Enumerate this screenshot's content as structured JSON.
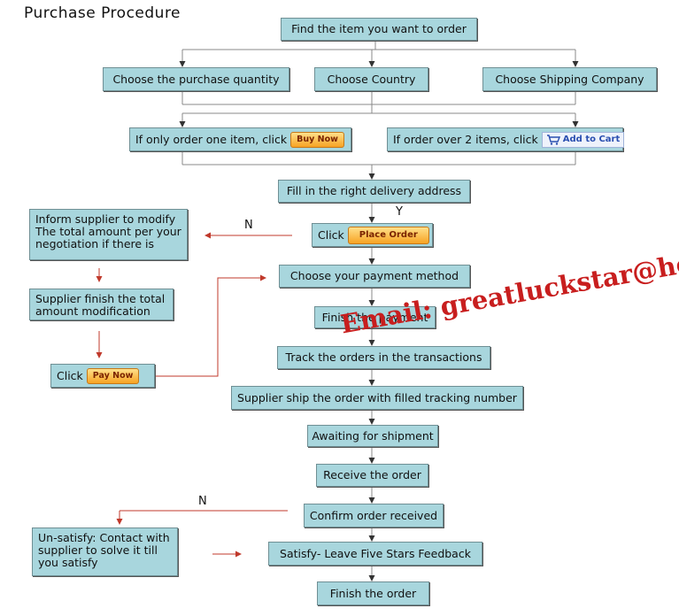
{
  "title": "Purchase Procedure",
  "steps": {
    "find_item": "Find the item you want to order",
    "choose_quantity": "Choose the purchase quantity",
    "choose_country": "Choose Country",
    "choose_shipping": "Choose Shipping Company",
    "one_item": "If only order one item, click",
    "buy_now": "Buy Now",
    "over_two": "If order over 2 items, click",
    "add_to_cart": "Add to Cart",
    "fill_address": "Fill in the right delivery address",
    "click": "Click",
    "place_order": "Place Order",
    "inform_supplier": "Inform supplier to modify The total amount per your negotiation if there is",
    "supplier_finish": "Supplier finish the total amount modification",
    "click2": "Click",
    "pay_now": "Pay Now",
    "choose_payment": "Choose your payment method",
    "finish_payment": "Finish the payment",
    "track_orders": "Track the orders in the transactions",
    "supplier_ship": "Supplier ship the order with filled tracking number",
    "awaiting": "Awaiting for shipment",
    "receive": "Receive the order",
    "confirm": "Confirm order received",
    "unsatisfy": "Un-satisfy: Contact with supplier to solve it till you satisfy",
    "satisfy": "Satisfy- Leave Five Stars Feedback",
    "finish_order": "Finish the order"
  },
  "labels": {
    "n1": "N",
    "y1": "Y",
    "n2": "N"
  },
  "email": "Email:  greatluckstar@hotmail.com",
  "colors": {
    "box_fill": "#a8d6dd",
    "email_red": "#c81e1e",
    "arrow_red": "#c0392b",
    "arrow_dark": "#333333"
  }
}
